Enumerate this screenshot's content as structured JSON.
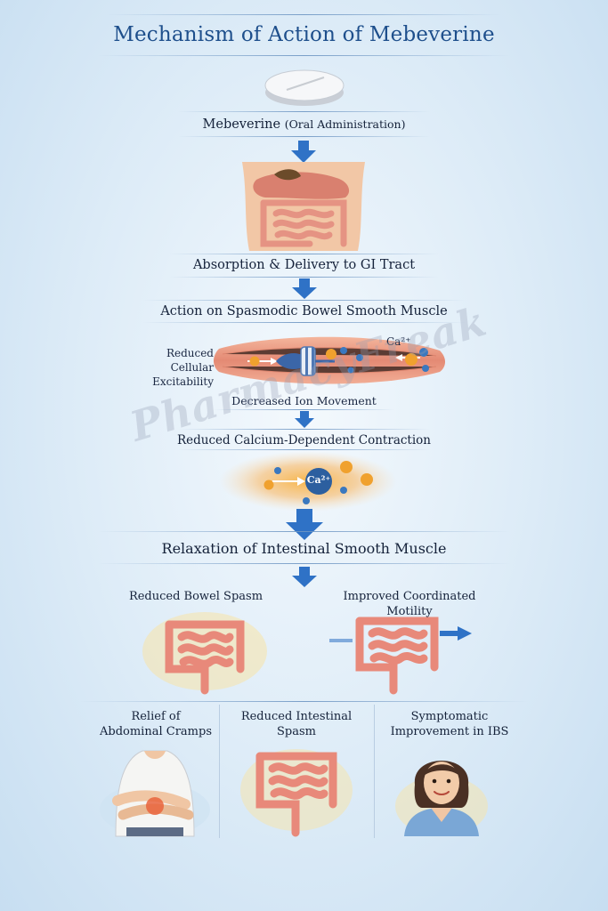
{
  "title": "Mechanism of Action of Mebeverine",
  "steps": {
    "administration": "Mebeverine",
    "administration_note": "(Oral Administration)",
    "absorption": "Absorption & Delivery to GI Tract",
    "action": "Action on Spasmodic Bowel Smooth Muscle",
    "ion_movement": "Decreased Ion Movement",
    "contraction": "Reduced Calcium-Dependent Contraction",
    "relaxation": "Relaxation of Intestinal Smooth Muscle"
  },
  "labels": {
    "reduced_excitability_1": "Reduced",
    "reduced_excitability_2": "Cellular Excitability",
    "calcium_ion": "Ca²⁺",
    "calcium_ion_center": "Ca²⁺"
  },
  "outcomes": {
    "left": "Reduced Bowel Spasm",
    "right": "Improved Coordinated Motility"
  },
  "benefits": [
    {
      "line1": "Relief of",
      "line2": "Abdominal Cramps"
    },
    {
      "line1": "Reduced Intestinal",
      "line2": "Spasm"
    },
    {
      "line1": "Symptomatic",
      "line2": "Improvement in IBS"
    }
  ],
  "watermark": "PharmacyFreak",
  "colors": {
    "title_blue": "#1e4f8c",
    "arrow_blue": "#2f72c6",
    "intestine_pink": "#e8897a",
    "calcium_orange": "#f0a12e",
    "ion_blue": "#3a78bf"
  }
}
